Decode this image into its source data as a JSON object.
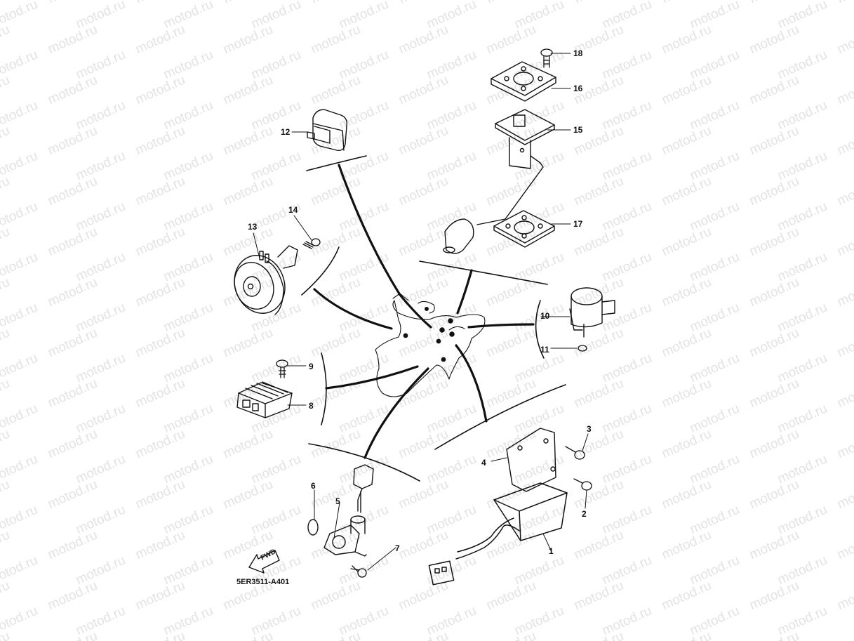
{
  "watermark": "motod.ru",
  "diagram_code": "5ER3511-A401",
  "fwd_label": "FWD",
  "callouts": [
    "1",
    "2",
    "3",
    "4",
    "5",
    "6",
    "7",
    "8",
    "9",
    "10",
    "11",
    "12",
    "13",
    "14",
    "15",
    "16",
    "17",
    "18"
  ]
}
